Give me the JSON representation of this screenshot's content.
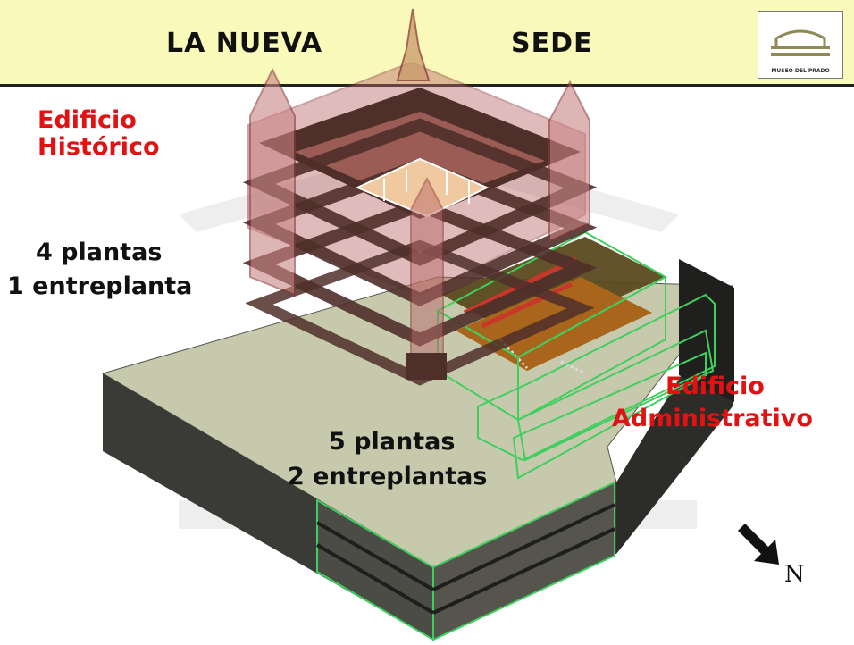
{
  "header": {
    "title_left": "LA NUEVA",
    "title_right": "SEDE",
    "logo_text": "MUSEO DEL PRADO"
  },
  "labels": {
    "historic_line1": "Edificio",
    "historic_line2": "Histórico",
    "historic_floors": "4 plantas",
    "historic_mezzanine": "1 entreplanta",
    "admin_line1": "Edificio",
    "admin_line2": "Administrativo",
    "admin_floors": "5 plantas",
    "admin_mezzanines": "2 entreplantas",
    "north": "N"
  },
  "colors": {
    "header_bg": "#f9f9b9",
    "label_red": "#e31212",
    "plaza": "#c7c9ad",
    "base_dark": "#3a3a36",
    "historic_building": "#b96a6a",
    "admin_outline": "#3ecf5e",
    "floor_slab": "#4f2f2a"
  }
}
